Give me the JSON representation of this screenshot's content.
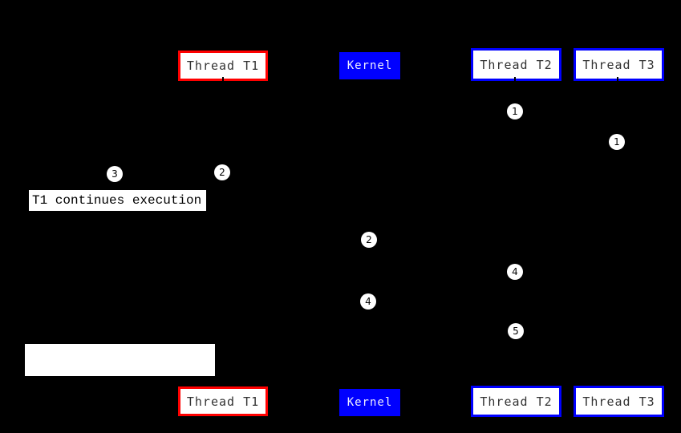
{
  "diagram": {
    "background_color": "#000000",
    "colors": {
      "thread_t1_border": "#ff0000",
      "thread_t2_t3_border": "#0000ff",
      "kernel_fill": "#0000ff",
      "box_fill": "#ffffff",
      "box_label_text": "#333333",
      "kernel_label_text": "#eeeeff",
      "marker_fill": "#ffffff",
      "marker_text": "#000000"
    },
    "boxes": {
      "top": [
        "Thread T1",
        "Kernel",
        "Thread T2",
        "Thread T3"
      ],
      "bottom": [
        "Thread T1",
        "Kernel",
        "Thread T2",
        "Thread T3"
      ]
    },
    "markers": [
      {
        "step": "1",
        "lane": "thread-t2"
      },
      {
        "step": "1",
        "lane": "thread-t3"
      },
      {
        "step": "3",
        "lane": "t1-annotation"
      },
      {
        "step": "2",
        "lane": "thread-t1"
      },
      {
        "step": "2",
        "lane": "kernel"
      },
      {
        "step": "4",
        "lane": "thread-t2"
      },
      {
        "step": "4",
        "lane": "kernel"
      },
      {
        "step": "5",
        "lane": "thread-t2"
      }
    ],
    "annotation": {
      "text": "T1 continues execution"
    }
  }
}
